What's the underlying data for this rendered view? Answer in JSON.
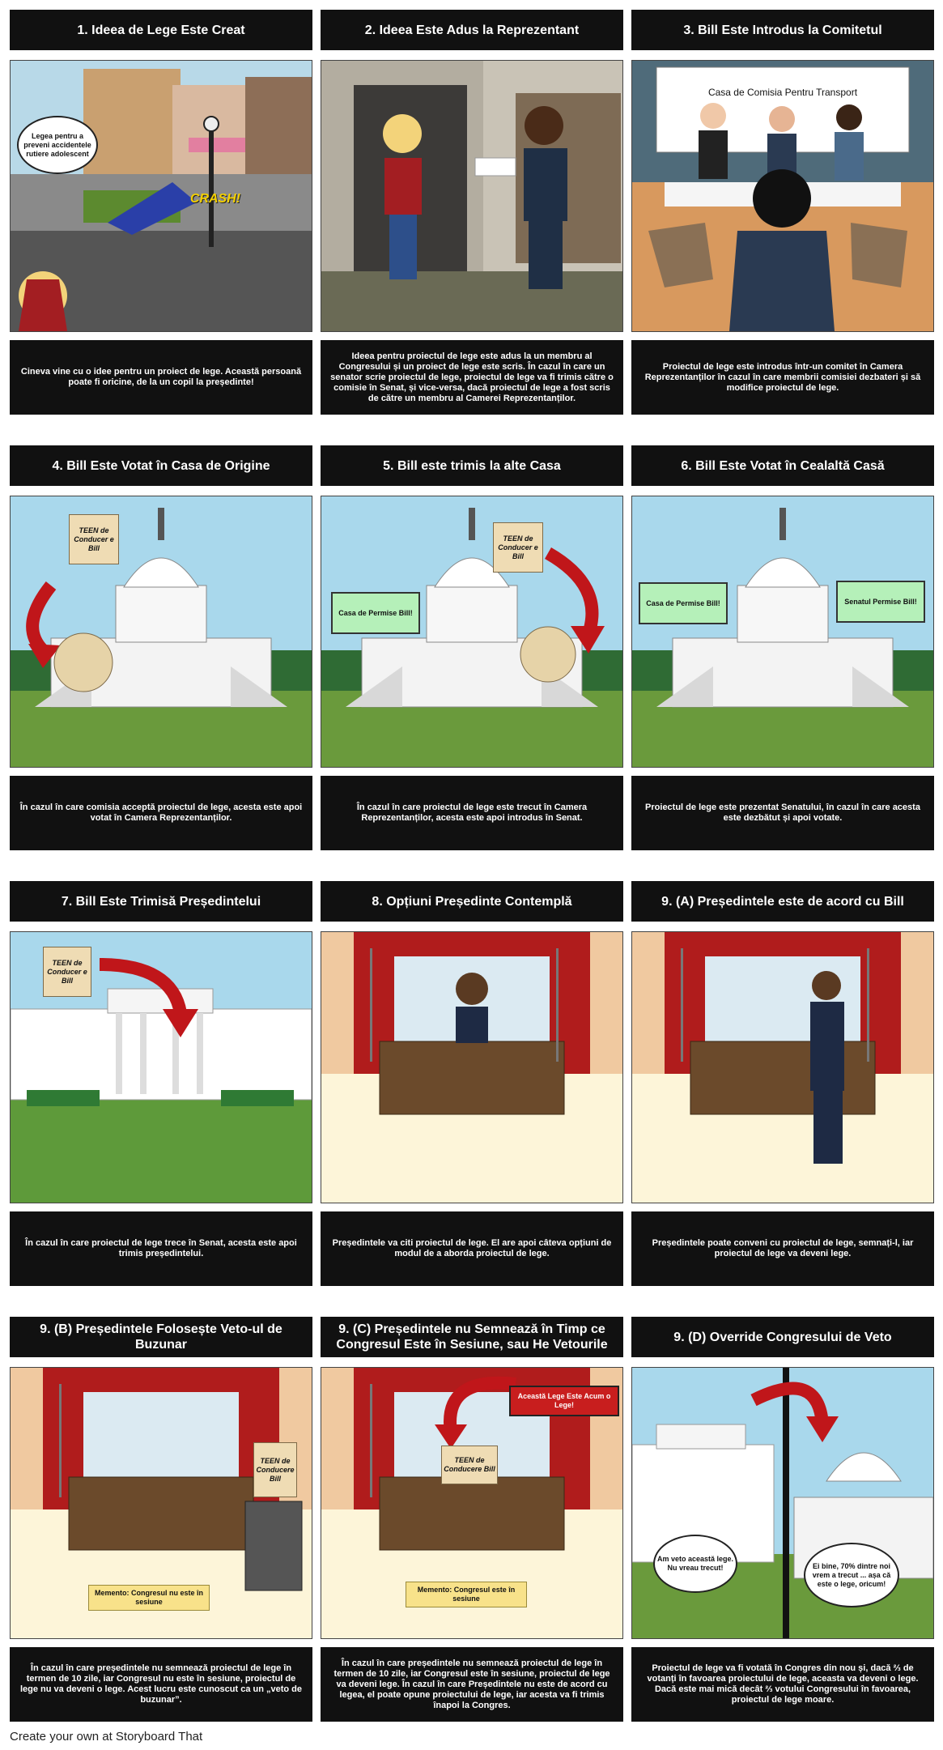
{
  "panels": [
    {
      "title": "1. Ideea de Lege Este Creat",
      "desc": "Cineva vine cu o idee pentru un proiect de lege. Această persoană poate fi oricine, de la un copil la președinte!",
      "bubble": "Legea pentru a preveni accidentele rutiere adolescent",
      "crash": "CRASH!"
    },
    {
      "title": "2. Ideea Este Adus la Reprezentant",
      "desc": "Ideea pentru proiectul de lege este adus la un membru al Congresului și un proiect de lege este scris. În cazul în care un senator scrie proiectul de lege, proiectul de lege va fi trimis către o comisie în Senat, și vice-versa, dacă proiectul de lege a fost scris de către un membru al Camerei Reprezentanților."
    },
    {
      "title": "3. Bill Este Introdus la Comitetul",
      "desc": "Proiectul de lege este introdus într-un comitet în Camera Reprezentanților în cazul în care membrii comisiei dezbateri și să modifice proiectul de lege.",
      "board": "Casa de Comisia Pentru Transport"
    },
    {
      "title": "4. Bill Este Votat în Casa de Origine",
      "desc": "În cazul în care comisia acceptă proiectul de lege, acesta este apoi votat în Camera Reprezentanților.",
      "scroll": "TEEN de Conducer e Bill"
    },
    {
      "title": "5. Bill este trimis la alte Casa",
      "desc": "În cazul în care proiectul de lege este trecut în Camera Reprezentanților, acesta este apoi introdus în Senat.",
      "scroll": "TEEN de Conducer e Bill",
      "box": "Casa de Permise Bill!"
    },
    {
      "title": "6. Bill Este Votat în Cealaltă Casă",
      "desc": "Proiectul de lege este prezentat Senatului, în cazul în care acesta este dezbătut și apoi votate.",
      "box1": "Casa de Permise Bill!",
      "box2": "Senatul Permise Bill!"
    },
    {
      "title": "7. Bill Este Trimisă Președintelui",
      "desc": "În cazul în care proiectul de lege trece în Senat, acesta este apoi trimis președintelui.",
      "scroll": "TEEN de Conducer e Bill"
    },
    {
      "title": "8. Opțiuni Președinte Contemplă",
      "desc": "Președintele va citi proiectul de lege. El are apoi câteva opțiuni de modul de a aborda proiectul de lege."
    },
    {
      "title": "9. (A) Președintele este de acord cu Bill",
      "desc": "Președintele poate conveni cu proiectul de lege, semnați-l, iar proiectul de lege va deveni lege."
    },
    {
      "title": "9. (B) Președintele Folosește Veto-ul de Buzunar",
      "desc": "În cazul în care președintele nu semnează proiectul de lege în termen de 10 zile, iar Congresul nu este în sesiune, proiectul de lege nu va deveni o lege. Acest lucru este cunoscut ca un „veto de buzunar”.",
      "scroll": "TEEN de Conducere Bill",
      "banner": "Memento: Congresul nu este în sesiune"
    },
    {
      "title": "9. (C) Președintele nu Semnează în Timp ce Congresul Este în Sesiune, sau He Vetourile",
      "desc": "În cazul în care președintele nu semnează proiectul de lege în termen de 10 zile, iar Congresul este în sesiune, proiectul de lege va deveni lege. În cazul în care Președintele nu este de acord cu legea, el poate opune proiectului de lege, iar acesta va fi trimis înapoi la Congres.",
      "scroll": "TEEN de Conducere Bill",
      "box": "Această Lege Este Acum o Lege!",
      "banner": "Memento: Congresul este în sesiune"
    },
    {
      "title": "9. (D) Override Congresului de Veto",
      "desc": "Proiectul de lege va fi votată în Congres din nou și, dacă ⅔ de votanți în favoarea proiectului de lege, aceasta va deveni o lege. Dacă este mai mică decât ⅔ votului Congresului în favoarea, proiectul de lege moare.",
      "bubble1": "Am veto această lege. Nu vreau trecut!",
      "bubble2": "Ei bine, 70% dintre noi vrem a trecut ... așa că este o lege, oricum!"
    }
  ],
  "footer": "Create your own at Storyboard That",
  "colors": {
    "panel_bg": "#111111",
    "panel_text": "#ffffff",
    "sky": "#a9d8ec",
    "grass": "#6a9a3c",
    "office_red": "#b01c1c",
    "arrow": "#c0161a"
  }
}
